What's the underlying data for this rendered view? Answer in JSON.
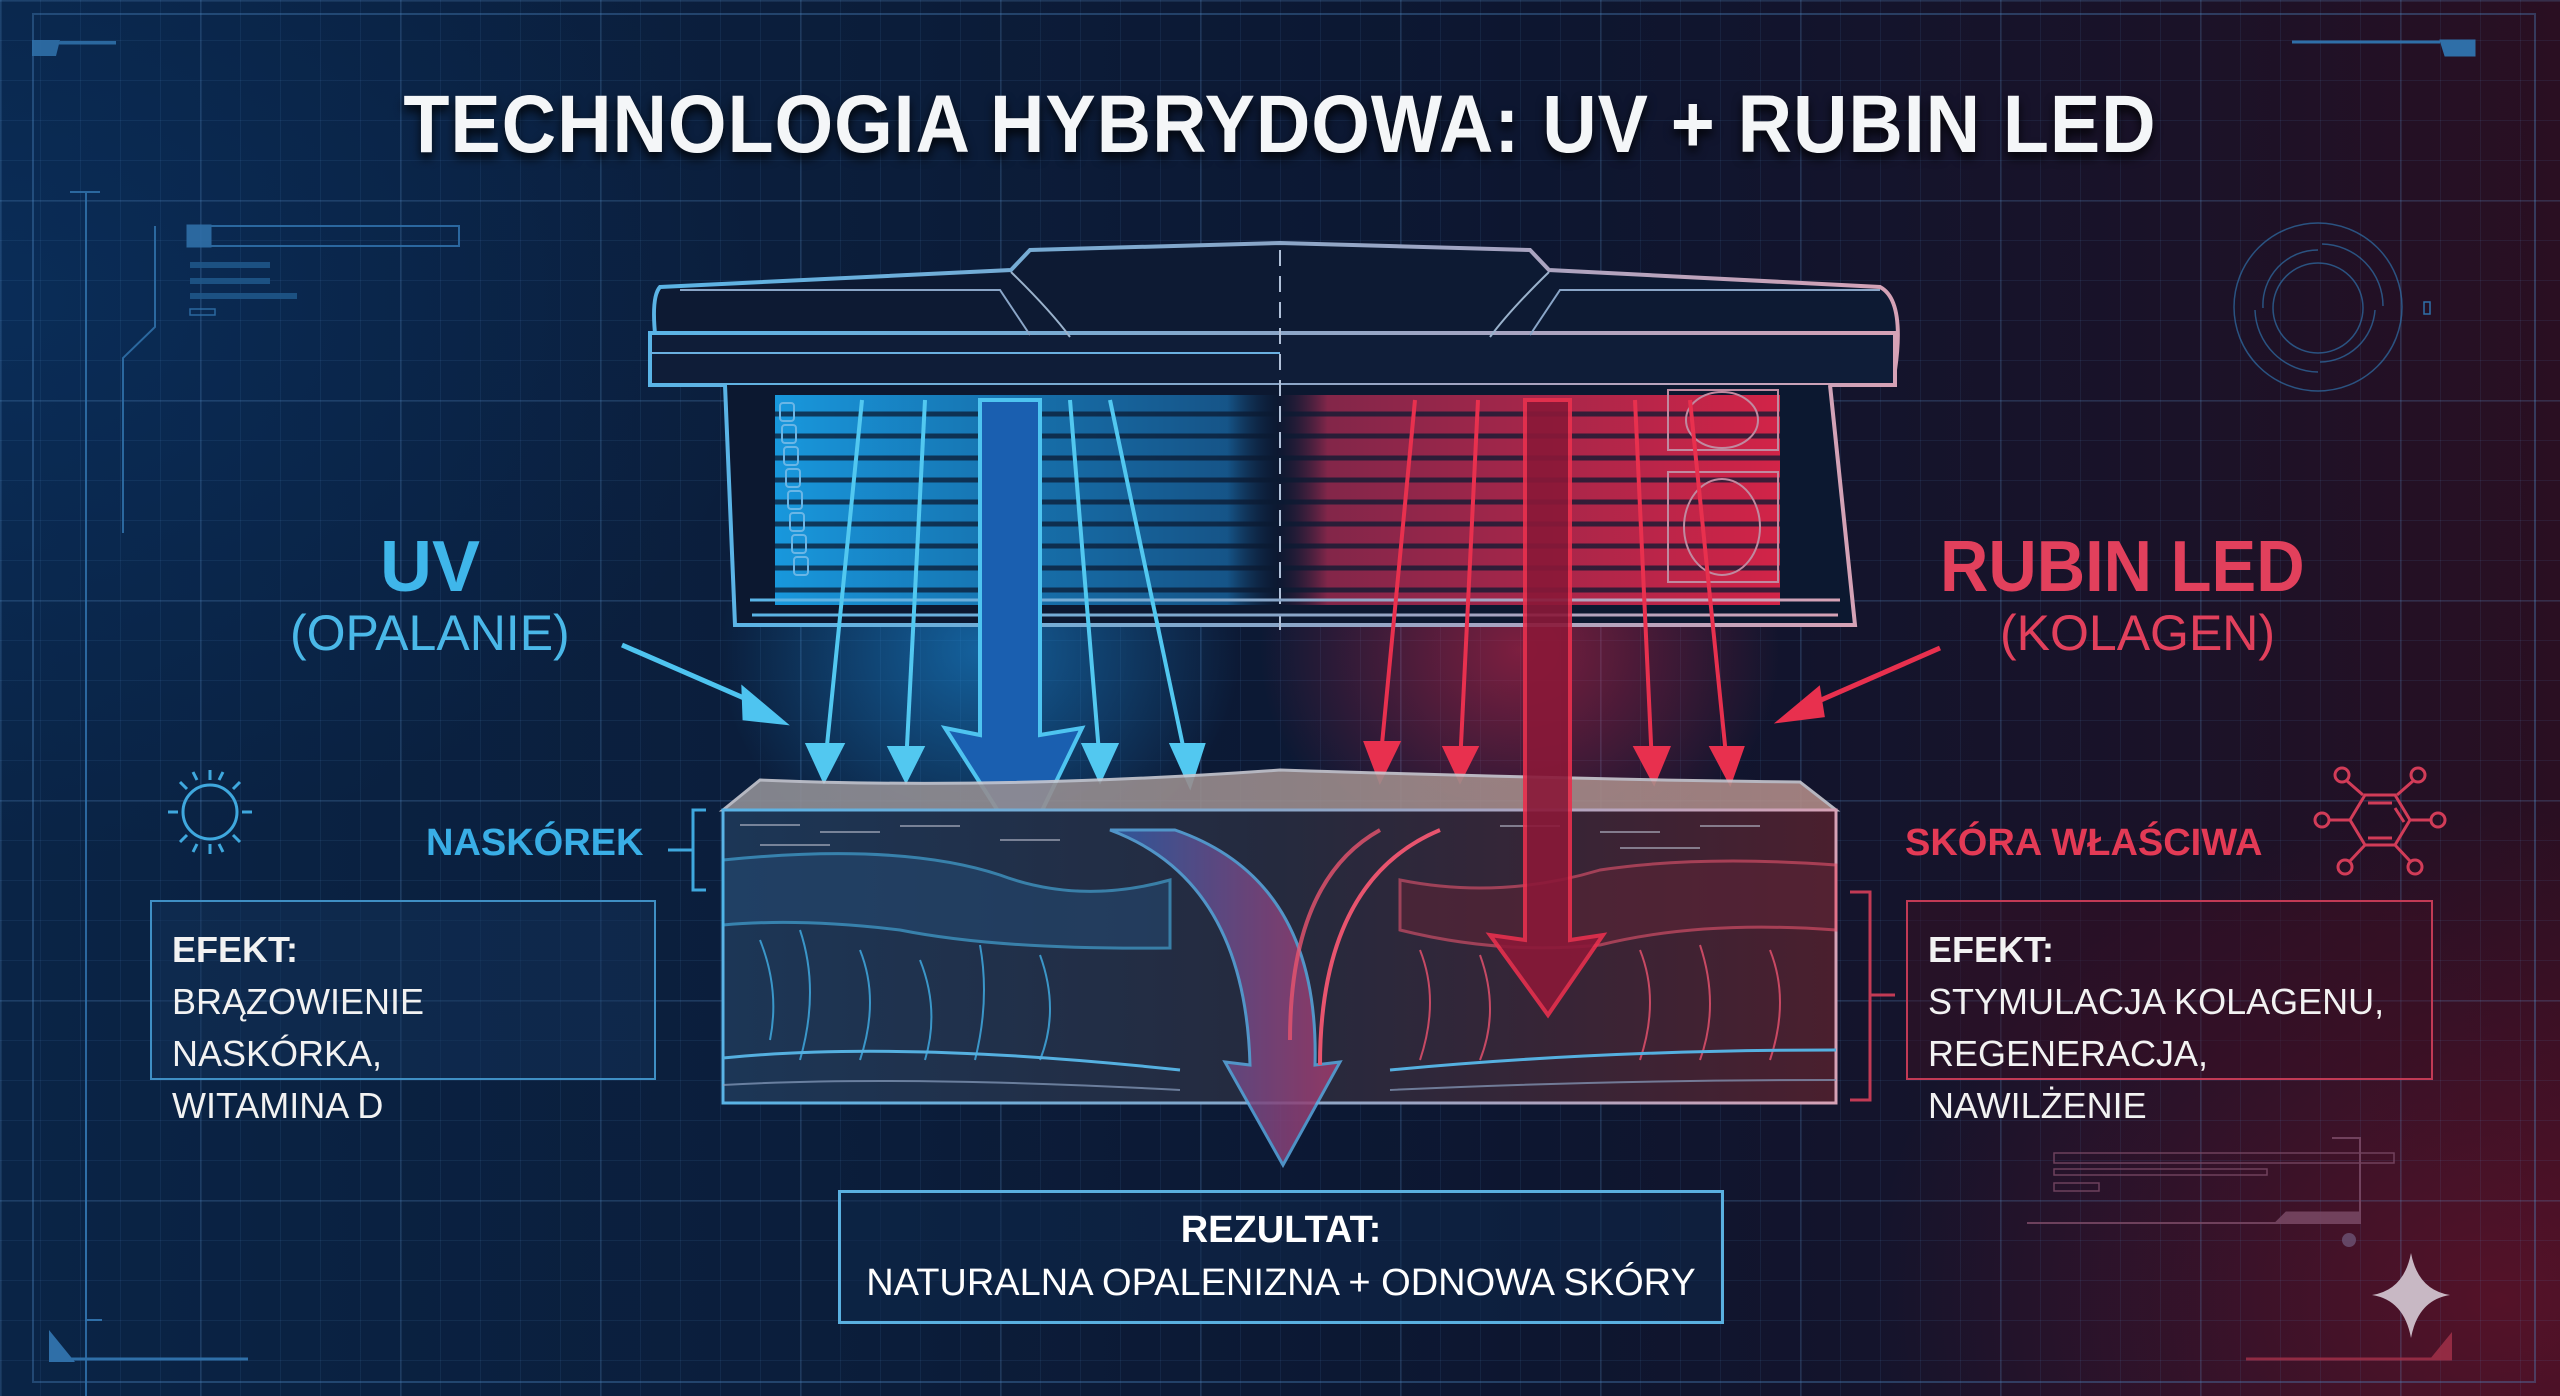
{
  "title": "TECHNOLOGIA HYBRYDOWA: UV + RUBIN LED",
  "uv": {
    "label": "UV",
    "sublabel": "(OPALANIE)",
    "layer_label": "NASKÓREK",
    "effect_heading": "EFEKT:",
    "effect_line1": "BRĄZOWIENIE NASKÓRKA,",
    "effect_line2": "WITAMINA D",
    "icon": "sun-icon",
    "color": "#3fb6ea"
  },
  "rubin": {
    "label": "RUBIN LED",
    "sublabel": "(KOLAGEN)",
    "layer_label": "SKÓRA WŁAŚCIWA",
    "effect_heading": "EFEKT:",
    "effect_line1": "STYMULACJA KOLAGENU,",
    "effect_line2": "REGENERACJA, NAWILŻENIE",
    "icon": "molecule-icon",
    "color": "#e2405c"
  },
  "result": {
    "heading": "REZULTAT:",
    "text": "NATURALNA OPALENIZNA + ODNOWA SKÓRY"
  },
  "colors": {
    "background": "#0b1d3a",
    "uv_accent": "#3fb6ea",
    "red_accent": "#e2405c",
    "title": "#f4f6f8"
  }
}
